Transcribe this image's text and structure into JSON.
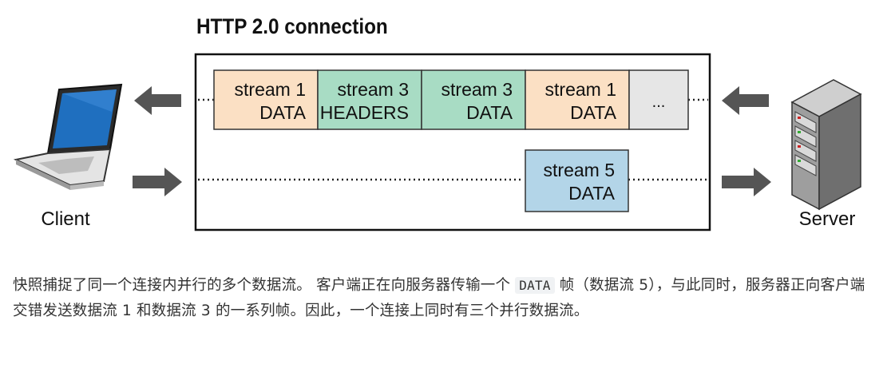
{
  "title": "HTTP 2.0 connection",
  "colors": {
    "data_fill": "#fbe0c4",
    "headers_fill": "#a8dcc4",
    "stream5_fill": "#b3d5e8",
    "more_fill": "#e6e6e6",
    "arrow": "#555555"
  },
  "frames": {
    "f1": {
      "line1": "stream 1",
      "line2": "DATA"
    },
    "f2": {
      "line1": "stream 3",
      "line2": "HEADERS"
    },
    "f3": {
      "line1": "stream 3",
      "line2": "DATA"
    },
    "f4": {
      "line1": "stream 1",
      "line2": "DATA"
    },
    "more": "...",
    "f5": {
      "line1": "stream 5",
      "line2": "DATA"
    }
  },
  "client_label": "Client",
  "server_label": "Server",
  "caption": {
    "part1": "快照捕捉了同一个连接内并行的多个数据流。 客户端正在向服务器传输一个 ",
    "code": "DATA",
    "part2": " 帧（数据流 5），与此同时，服务器正向客户端交错发送数据流 1 和数据流 3 的一系列帧。因此，一个连接上同时有三个并行数据流。"
  }
}
